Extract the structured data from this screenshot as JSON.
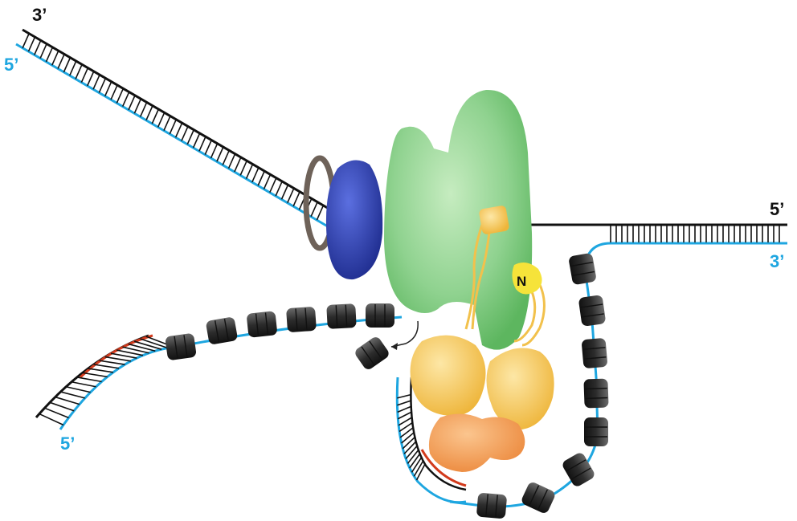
{
  "labels": {
    "top_left_3prime": "3’",
    "top_left_5prime": "5’",
    "right_5prime": "5’",
    "right_3prime": "3’",
    "bottom_left_5prime": "5’",
    "n_terminus": "N"
  },
  "colors": {
    "template_strand": "#111111",
    "nascent_strand": "#1ea6e0",
    "rna_primer": "#d23a1c",
    "clamp_ring": "#6e6259",
    "helicase": "#2e3fa8",
    "polymerase": "#8fd28f",
    "yellow_protein": "#f2c14c",
    "orange_protein": "#f0924a",
    "nucleosome": "#3a3a3a"
  }
}
